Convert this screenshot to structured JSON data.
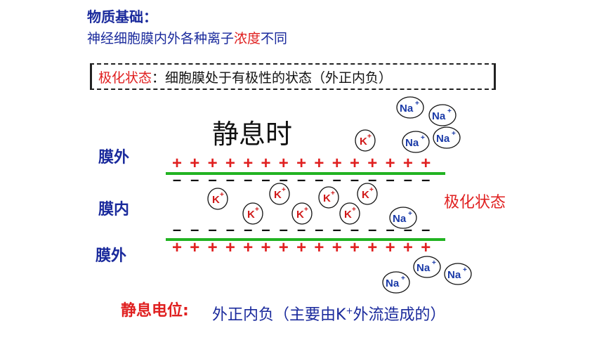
{
  "header": {
    "title": "物质基础：",
    "subtitle_part1": "神经细胞膜内外各种离子",
    "subtitle_red": "浓度",
    "subtitle_part2": "不同"
  },
  "definition": {
    "term": "极化状态",
    "colon": "：",
    "text": "细胞膜处于有极性的状态（外正内负）"
  },
  "state_title": "静息时",
  "labels": {
    "outside_top": "膜外",
    "inside": "膜内",
    "outside_bottom": "膜外",
    "polarized": "极化状态"
  },
  "ions": {
    "k": "K",
    "na": "Na",
    "plus": "+"
  },
  "charges": {
    "plus_sign": "+",
    "minus_sign": "–"
  },
  "bottom": {
    "label": "静息电位:",
    "text_part1": "外正内负（主要由K",
    "text_sup": "+",
    "text_part2": "外流造成的）"
  },
  "colors": {
    "membrane": "#22b322",
    "positive": "#e02020",
    "negative": "#111111",
    "text_blue": "#1a2a9c",
    "k_ion": "#d01818",
    "na_ion": "#1a3aa8"
  }
}
